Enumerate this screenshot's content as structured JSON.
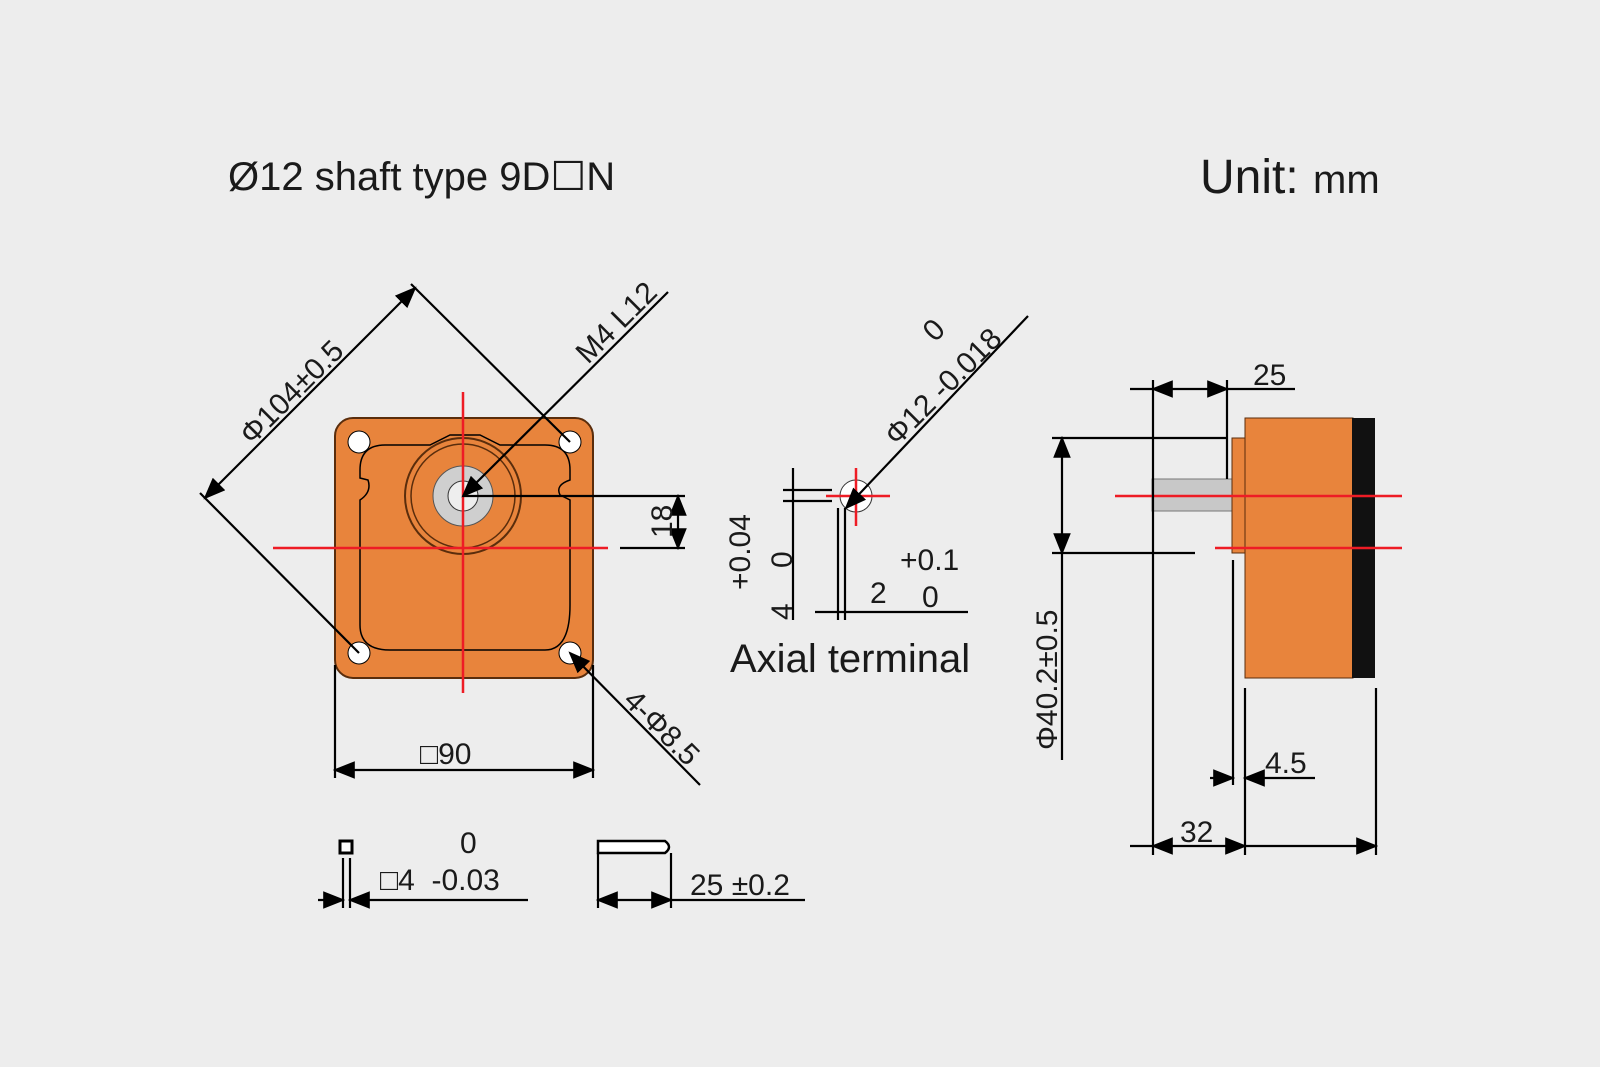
{
  "title": "Ø12 shaft type 9D☐N",
  "unit_label": "Unit:",
  "unit_value": "mm",
  "front_view": {
    "pcd": "Φ104±0.5",
    "screw": "M4 L12",
    "offset": "18",
    "square": "□90",
    "holes": "4-Φ8.5"
  },
  "shaft_detail": {
    "tol_upper": "0",
    "diameter": "Φ12 -0.018",
    "key_tol_upper": "+0.04",
    "key_tol_lower": "0",
    "key_depth": "4",
    "flat_width": "2",
    "flat_tol_upper": "+0.1",
    "flat_tol_lower": "0",
    "caption": "Axial terminal"
  },
  "side_view": {
    "shaft_length": "25",
    "pilot": "Φ40.2±0.5",
    "flange": "4.5",
    "length": "32"
  },
  "key": {
    "tol_upper": "0",
    "size": "□4  -0.03",
    "length": "25 ±0.2"
  },
  "colors": {
    "body": "#e8843c",
    "center_line": "#ee1c25",
    "background": "#ededed"
  }
}
